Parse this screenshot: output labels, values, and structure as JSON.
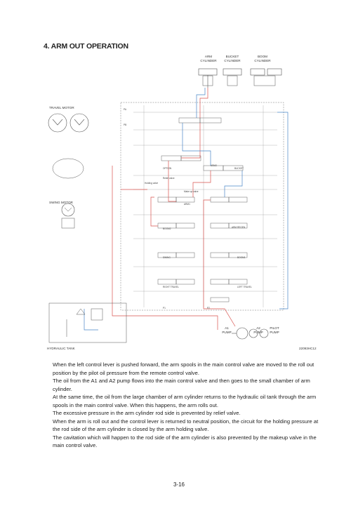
{
  "page": {
    "title": "4. ARM OUT OPERATION",
    "page_number": "3-16"
  },
  "diagram": {
    "labels": {
      "arm_cylinder": [
        "ARM",
        "CYLINDER"
      ],
      "bucket_cylinder": [
        "BUCKET",
        "CYLINDER"
      ],
      "boom_cylinder": [
        "BOOM",
        "CYLINDER"
      ],
      "travel_motor": "TRAVEL MOTOR",
      "swing_motor": "SWING MOTOR",
      "hydraulic_tank": "HYDRAULIC TANK",
      "a1_pump": [
        "A1",
        "PUMP"
      ],
      "a2_pump": [
        "A2",
        "PUMP"
      ],
      "pilot_pump": [
        "PILOT",
        "PUMP"
      ],
      "figure_code": "22093HC12",
      "relief_valve": "Relief valve",
      "holding_valve": "Holding valve",
      "makeup_valve": "Make up valve",
      "arm1": "ARM1",
      "arm2": "ARM2",
      "arm_regen": "ARM REGEN",
      "boom1": "BOOM1",
      "boom2": "BOOM2",
      "bucket": "BUCKET",
      "option": "OPTION",
      "swing": "SWING",
      "travel_right": "RIGHT TRAVEL",
      "travel_left": "LEFT TRAVEL",
      "port_p1": "P1",
      "port_p2": "P2",
      "port_pa": "PA",
      "port_pb": "PB"
    }
  },
  "body": {
    "paragraphs": [
      "When the left control lever is pushed forward, the arm spools in the main control valve are moved to the roll out position by the pilot oil pressure from the remote control valve.",
      "The oil from the A1 and A2 pump flows into the main control valve and then goes to the small chamber of arm cylinder.",
      "At the same time, the oil from the large chamber of arm cylinder returns to the hydraulic oil tank through the arm spools in the main control valve. When this happens, the arm rolls out.",
      "The excessive pressure in the arm cylinder rod side is prevented by relief valve.",
      "When the arm is roll out and the control lever is returned to neutral position, the circuit for the holding pressure at the rod side of the arm cylinder is closed by the arm holding valve.",
      "The cavitation which will happen to the rod side of the arm cylinder is also prevented by the makeup valve in the main control valve."
    ]
  },
  "colors": {
    "pressure_line": "#d9534f",
    "return_line": "#4a86c7",
    "line": "#555555",
    "text": "#222222"
  }
}
